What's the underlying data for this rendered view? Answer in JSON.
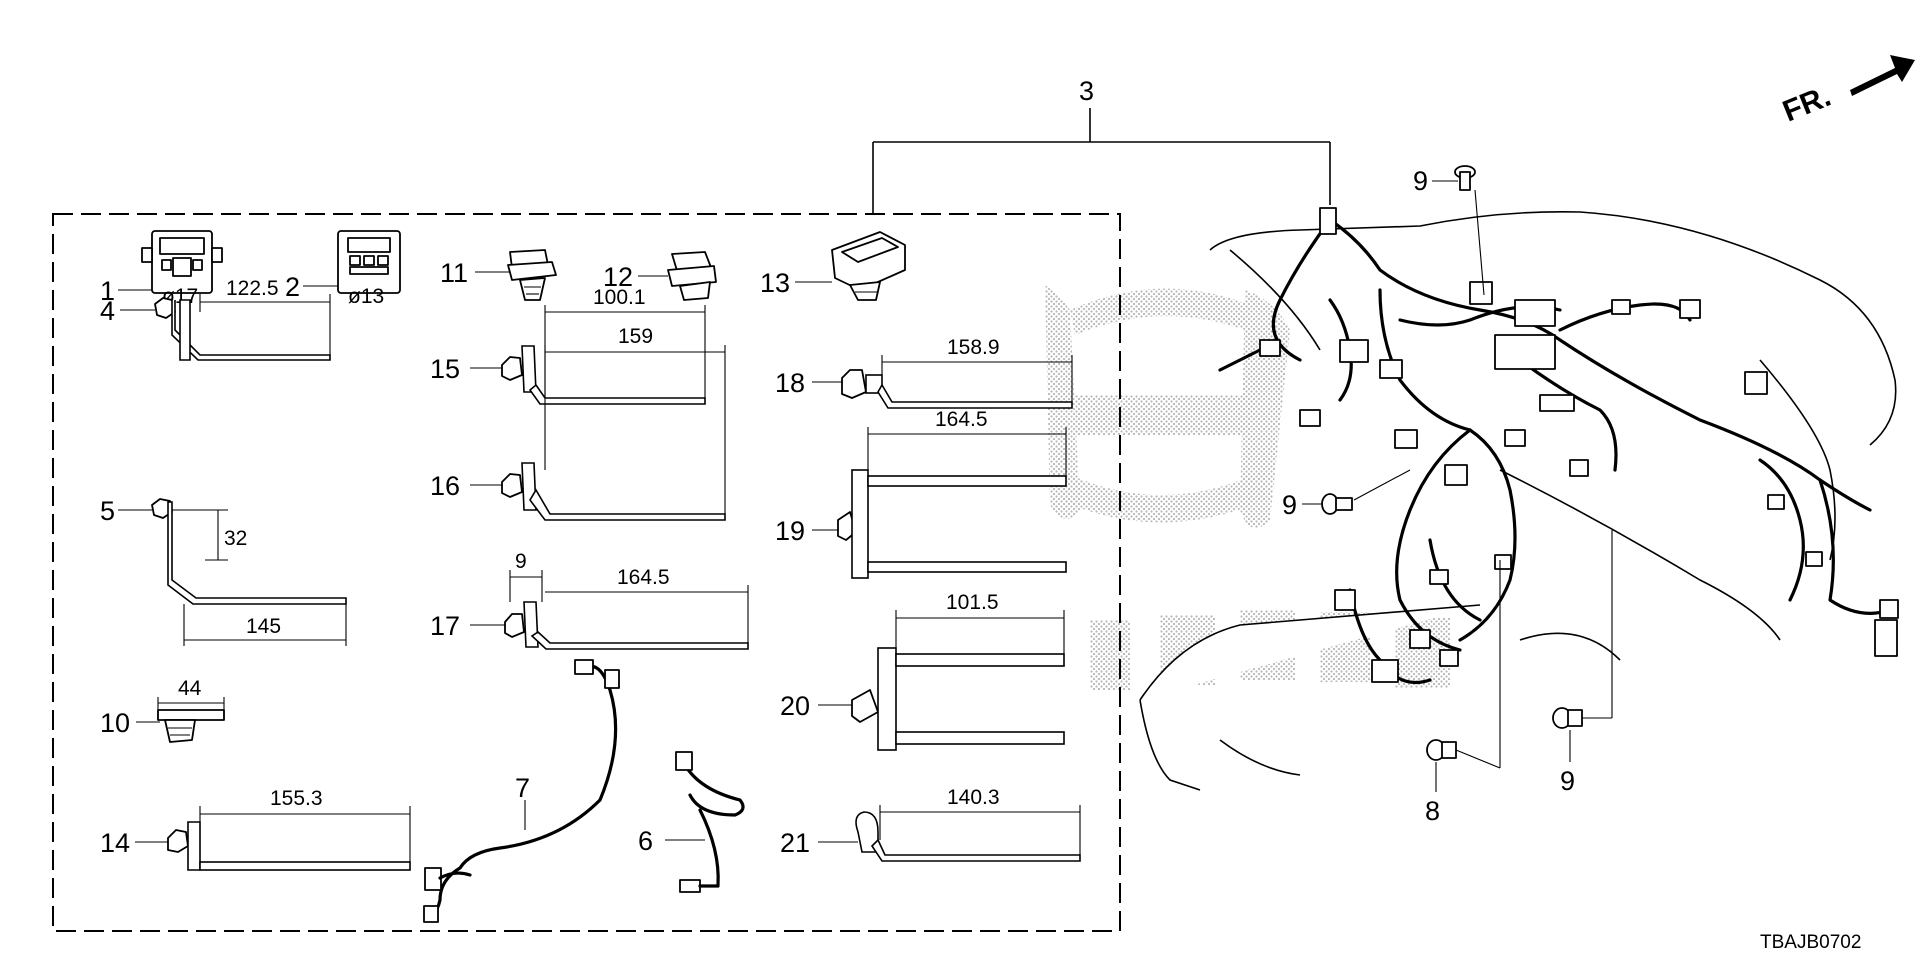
{
  "diagram": {
    "code": "TBAJB0702",
    "direction_label": "FR.",
    "callouts": {
      "c1": "1",
      "c2": "2",
      "c3": "3",
      "c4": "4",
      "c5": "5",
      "c6": "6",
      "c7": "7",
      "c8": "8",
      "c9a": "9",
      "c9b": "9",
      "c9c": "9",
      "c10": "10",
      "c11": "11",
      "c12": "12",
      "c13": "13",
      "c14": "14",
      "c15": "15",
      "c16": "16",
      "c17": "17",
      "c18": "18",
      "c19": "19",
      "c20": "20",
      "c21": "21"
    },
    "diameters": {
      "d1": "ø17",
      "d2": "ø13"
    },
    "dimensions": {
      "p4_len": "122.5",
      "p5_height": "32",
      "p5_len": "145",
      "p10_len": "44",
      "p14_len": "155.3",
      "p15_len": "100.1",
      "p16_len": "159",
      "p17_offset": "9",
      "p17_len": "164.5",
      "p18_len": "158.9",
      "p19_len": "164.5",
      "p20_len": "101.5",
      "p21_len": "140.3"
    },
    "watermark_text": "HONDA"
  }
}
